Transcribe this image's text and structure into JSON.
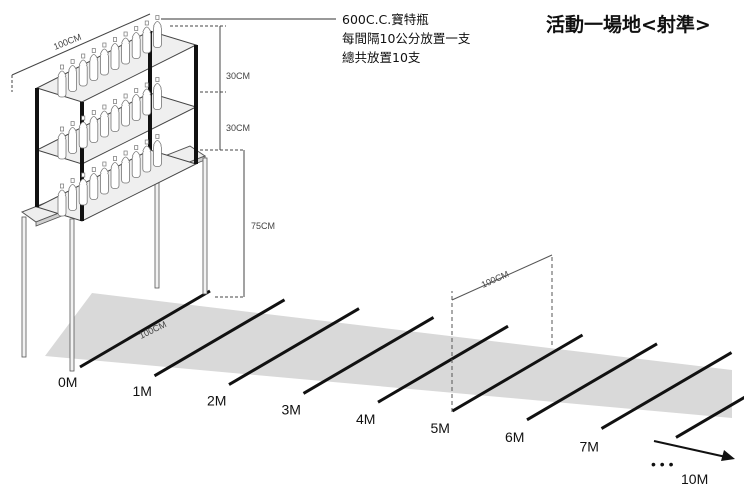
{
  "title": "活動一場地<射準>",
  "bottle_note": {
    "line1": "600C.C.寶特瓶",
    "line2": "每間隔10公分放置一支",
    "line3": "總共放置10支"
  },
  "dimensions": {
    "shelf_width": "100CM",
    "shelf_gap_top": "30CM",
    "shelf_gap_mid": "30CM",
    "table_height": "75CM",
    "line_length": "100CM",
    "zone_width": "100CM"
  },
  "distance_markers": [
    "0M",
    "1M",
    "2M",
    "3M",
    "4M",
    "5M",
    "6M",
    "7M"
  ],
  "more_marker": {
    "ellipsis": "• • •",
    "label": "10M"
  }
}
